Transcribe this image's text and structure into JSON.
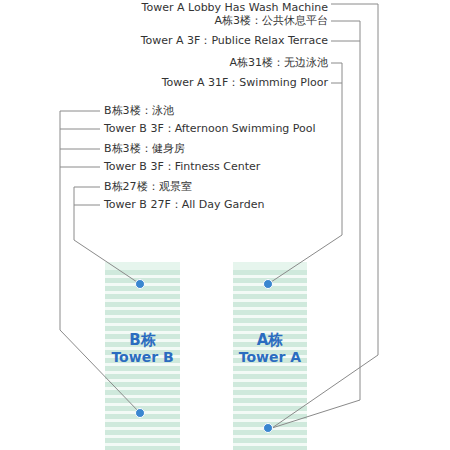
{
  "diagram": {
    "nodes": [
      {
        "text": [
          "B栋",
          "Tower B"
        ]
      },
      {
        "text": [
          "A栋",
          "Tower A"
        ]
      }
    ],
    "labels": [
      "Tower A Lobby Has Wash Machine",
      "A栋3楼：公共休息平台",
      "Tower A 3F：Publice Relax Terrace",
      "A栋31楼：无边泳池",
      "Tower A 31F：Swimming Ploor",
      "B栋3楼：泳池",
      "Tower B 3F：Afternoon Swimming Pool",
      "B栋3楼：健身房",
      "Tower B 3F：Fintness Center",
      "B栋27楼：观景室",
      "Tower B 27F：All Day Garden"
    ]
  }
}
